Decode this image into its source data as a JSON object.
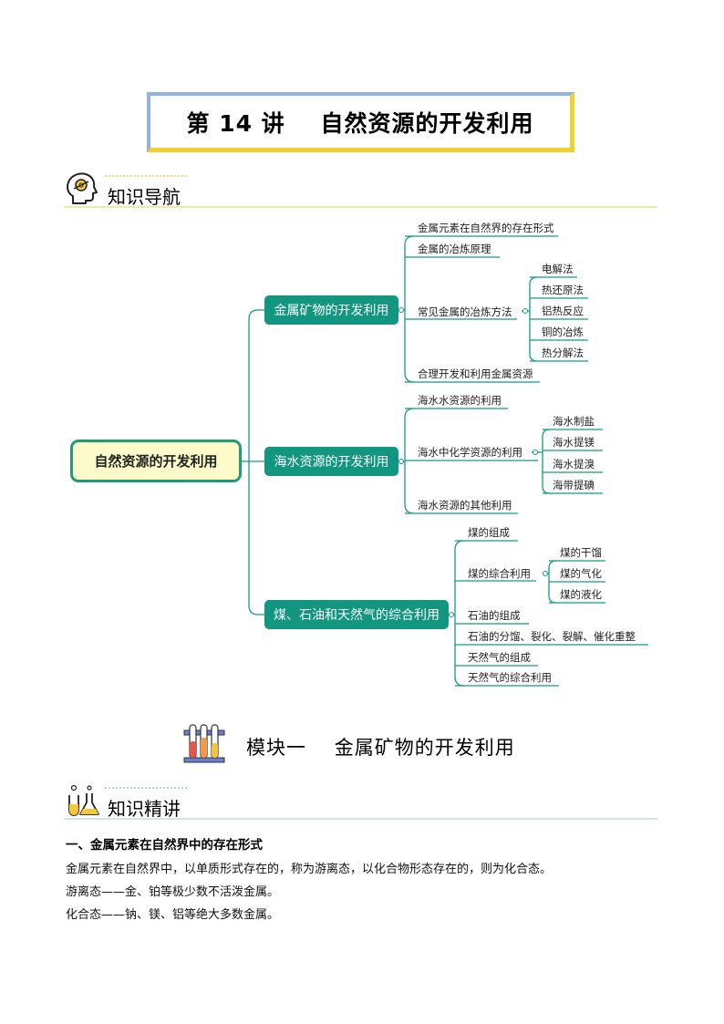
{
  "title": "第 14 讲    自然资源的开发利用",
  "section_nav": "知识导航",
  "mindmap": {
    "root": "自然资源的开发利用",
    "b1": "金属矿物的开发利用",
    "b1_items": [
      "金属元素在自然界的存在形式",
      "金属的冶炼原理",
      "常见金属的冶炼方法",
      "合理开发和利用金属资源"
    ],
    "b1_sub": [
      "电解法",
      "热还原法",
      "铝热反应",
      "铜的冶炼",
      "热分解法"
    ],
    "b2": "海水资源的开发利用",
    "b2_items": [
      "海水水资源的利用",
      "海水中化学资源的利用",
      "海水资源的其他利用"
    ],
    "b2_sub": [
      "海水制盐",
      "海水提镁",
      "海水提溴",
      "海带提碘"
    ],
    "b3": "煤、石油和天然气的综合利用",
    "b3_items": [
      "煤的组成",
      "煤的综合利用",
      "石油的组成",
      "石油的分馏、裂化、裂解、催化重整",
      "天然气的组成",
      "天然气的综合利用"
    ],
    "b3_sub": [
      "煤的干馏",
      "煤的气化",
      "煤的液化"
    ]
  },
  "module_title": "模块一    金属矿物的开发利用",
  "section_lecture": "知识精讲",
  "content": {
    "heading": "一、金属元素在自然界中的存在形式",
    "p1": "金属元素在自然界中，以单质形式存在的，称为游离态，以化合物形态存在的，则为化合态。",
    "p2": "游离态——金、铂等极少数不活泼金属。",
    "p3": "化合态——钠、镁、铝等绝大多数金属。"
  },
  "colors": {
    "teal": "#129680",
    "root_fill": "#fdfbc9",
    "title_left_border": "#8fb3e6",
    "title_right_border": "#f5cf2e"
  },
  "icons": [
    "head-gear-icon",
    "flask-icon",
    "test-tube-rack-icon"
  ]
}
